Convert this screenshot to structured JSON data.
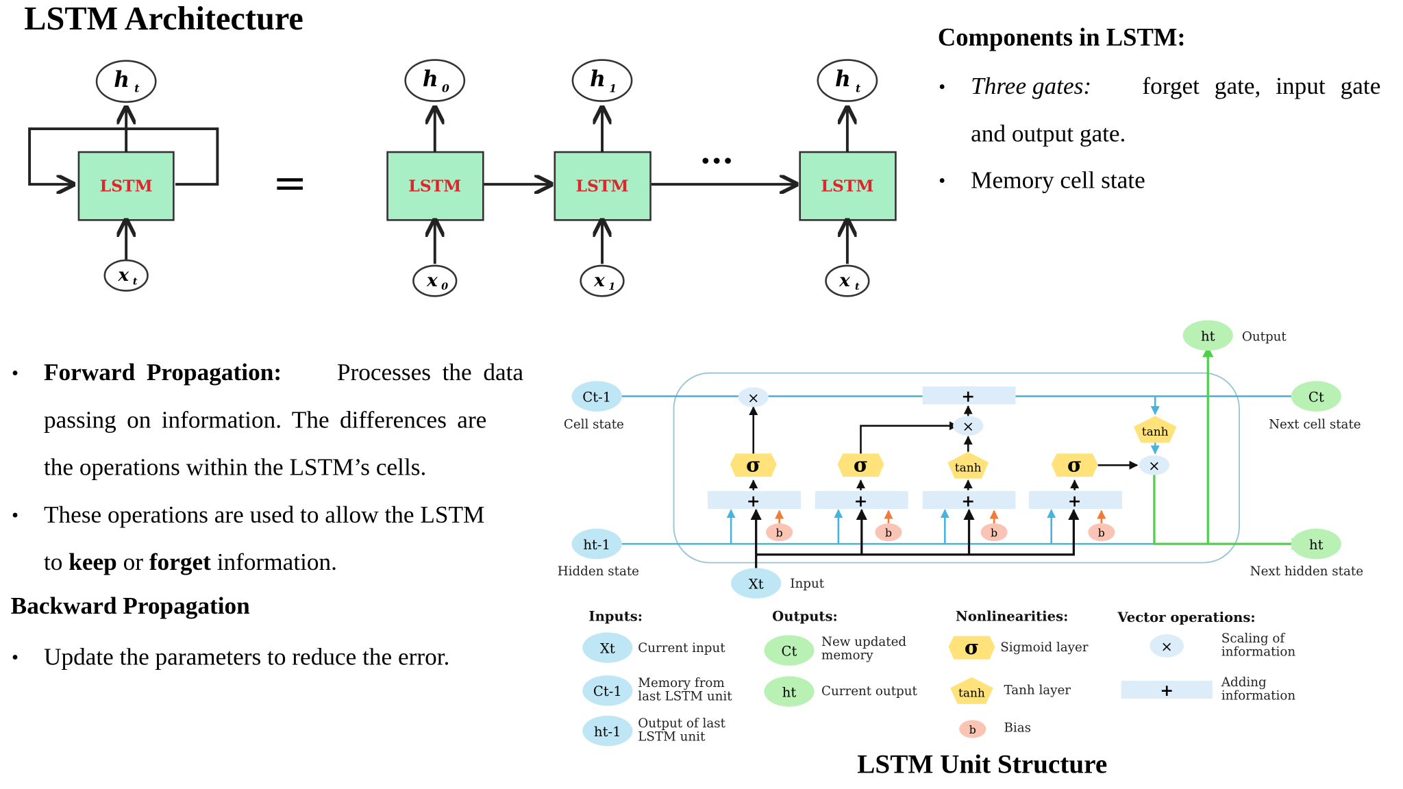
{
  "title": "LSTM Architecture",
  "components": {
    "heading": "Components in LSTM:",
    "item1_em": "Three gates:",
    "item1_rest_a": "forget gate, input gate",
    "item1_rest_b": "and output gate.",
    "item2": "Memory cell state"
  },
  "left_text": {
    "fp_label": "Forward Propagation:",
    "fp_line1": "Processes the data",
    "fp_line2": "passing on information. The differences are",
    "fp_line3": "the operations within the LSTM’s cells.",
    "ops_line1": "These operations are used to allow the LSTM",
    "ops_to": "to",
    "ops_keep": "keep",
    "ops_or": "or",
    "ops_forget": "forget",
    "ops_end": "information.",
    "bp_heading": "Backward Propagation",
    "bp_item": "Update the parameters to reduce the error."
  },
  "rnn_diagram": {
    "cell_label": "LSTM",
    "equals": "=",
    "dots": "···",
    "h_nodes": [
      "h",
      "h",
      "h",
      "h"
    ],
    "h_subs": [
      "t",
      "0",
      "1",
      "t"
    ],
    "x_nodes": [
      "x",
      "x",
      "x",
      "x"
    ],
    "x_subs": [
      "t",
      "0",
      "1",
      "t"
    ]
  },
  "unit": {
    "title": "LSTM Unit Structure",
    "c_prev": "Ct-1",
    "c_next": "Ct",
    "h_prev": "ht-1",
    "h_next": "ht",
    "h_out": "ht",
    "x_in": "Xt",
    "cell_state": "Cell state",
    "next_cell_state": "Next cell state",
    "hidden_state": "Hidden state",
    "next_hidden_state": "Next hidden state",
    "input": "Input",
    "output": "Output",
    "sigma": "σ",
    "tanh": "tanh",
    "times": "×",
    "plus": "+",
    "bias": "b"
  },
  "legend": {
    "inputs_h": "Inputs:",
    "outputs_h": "Outputs:",
    "nonlin_h": "Nonlinearities:",
    "vecops_h": "Vector operations:",
    "xt_desc": "Current input",
    "ct1_desc_a": "Memory from",
    "ct1_desc_b": "last LSTM unit",
    "ht1_desc_a": "Output of last",
    "ht1_desc_b": "LSTM unit",
    "ct_desc_a": "New updated",
    "ct_desc_b": "memory",
    "ht_desc": "Current output",
    "sig_desc": "Sigmoid layer",
    "tanh_desc": "Tanh layer",
    "bias_desc": "Bias",
    "scale_desc_a": "Scaling of",
    "scale_desc_b": "information",
    "add_desc_a": "Adding",
    "add_desc_b": "information"
  },
  "colors": {
    "cell_fill": "#a8efc5",
    "cell_text": "#e0242b",
    "blue_node": "#bfe6f5",
    "green_node": "#b9f0b4",
    "gate_yellow": "#ffe27a",
    "bias_fill": "#f9c4b4",
    "line_blue": "#46b4dd",
    "line_green": "#4fd04a",
    "bar_fill": "#dcecf8"
  }
}
